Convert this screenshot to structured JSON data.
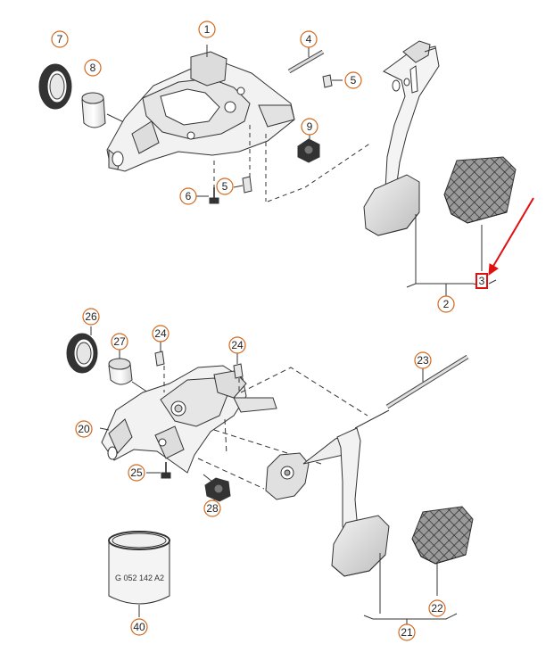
{
  "diagram": {
    "upper_assembly": {
      "callouts": [
        {
          "id": "callout-1",
          "label": "1"
        },
        {
          "id": "callout-2",
          "label": "2"
        },
        {
          "id": "callout-3",
          "label": "3",
          "highlighted": true
        },
        {
          "id": "callout-4",
          "label": "4"
        },
        {
          "id": "callout-5a",
          "label": "5"
        },
        {
          "id": "callout-5b",
          "label": "5"
        },
        {
          "id": "callout-6",
          "label": "6"
        },
        {
          "id": "callout-7",
          "label": "7"
        },
        {
          "id": "callout-8",
          "label": "8"
        },
        {
          "id": "callout-9",
          "label": "9"
        }
      ]
    },
    "lower_assembly": {
      "callouts": [
        {
          "id": "callout-20",
          "label": "20"
        },
        {
          "id": "callout-21",
          "label": "21"
        },
        {
          "id": "callout-22",
          "label": "22"
        },
        {
          "id": "callout-23",
          "label": "23"
        },
        {
          "id": "callout-24a",
          "label": "24"
        },
        {
          "id": "callout-24b",
          "label": "24"
        },
        {
          "id": "callout-25",
          "label": "25"
        },
        {
          "id": "callout-26",
          "label": "26"
        },
        {
          "id": "callout-27",
          "label": "27"
        },
        {
          "id": "callout-28",
          "label": "28"
        },
        {
          "id": "callout-40",
          "label": "40"
        }
      ],
      "grease_can_label": "G 052 142 A2"
    },
    "colors": {
      "callout_ring": "#d2691e",
      "highlight": "#e01010",
      "line": "#333333"
    }
  }
}
